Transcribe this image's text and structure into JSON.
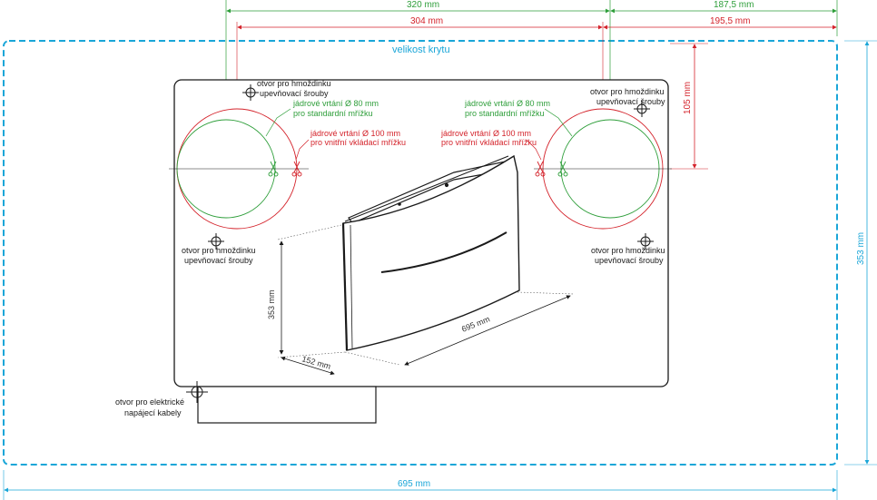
{
  "cover_label": "velikost krytu",
  "dimensions": {
    "top_green_left": "320 mm",
    "top_green_right": "187,5 mm",
    "top_red_left": "304 mm",
    "top_red_right": "195,5 mm",
    "right_red_vertical": "105 mm",
    "right_cyan_vertical": "353 mm",
    "bottom_cyan": "695 mm",
    "product_height": "353 mm",
    "product_depth": "152 mm",
    "product_width": "695 mm"
  },
  "labels": {
    "anchor_tl_line1": "otvor pro hmoždinku",
    "anchor_tl_line2": "upevňovací šrouby",
    "anchor_tr_line1": "otvor pro hmoždinku",
    "anchor_tr_line2": "upevňovací šrouby",
    "anchor_bl_line1": "otvor pro hmoždinku",
    "anchor_bl_line2": "upevňovací šrouby",
    "anchor_br_line1": "otvor pro hmoždinku",
    "anchor_br_line2": "upevňovací šrouby",
    "drill80_left_line1": "jádrové vrtání Ø 80 mm",
    "drill80_left_line2": "pro standardní mřížku",
    "drill100_left_line1": "jádrové vrtání Ø 100 mm",
    "drill100_left_line2": "pro vnitřní vkládací mřížku",
    "drill80_right_line1": "jádrové vrtání Ø 80 mm",
    "drill80_right_line2": "pro standardní mřížku",
    "drill100_right_line1": "jádrové vrtání Ø 100 mm",
    "drill100_right_line2": "pro vnitřní vkládací mřížku",
    "cable_line1": "otvor pro elektrické",
    "cable_line2": "napájecí kabely"
  },
  "colors": {
    "green": "#2e9e3a",
    "red": "#d4232b",
    "cyan": "#1aa6d8",
    "dark": "#1a1a1a"
  },
  "icons": [
    "crosshair-icon",
    "scissors-icon"
  ]
}
